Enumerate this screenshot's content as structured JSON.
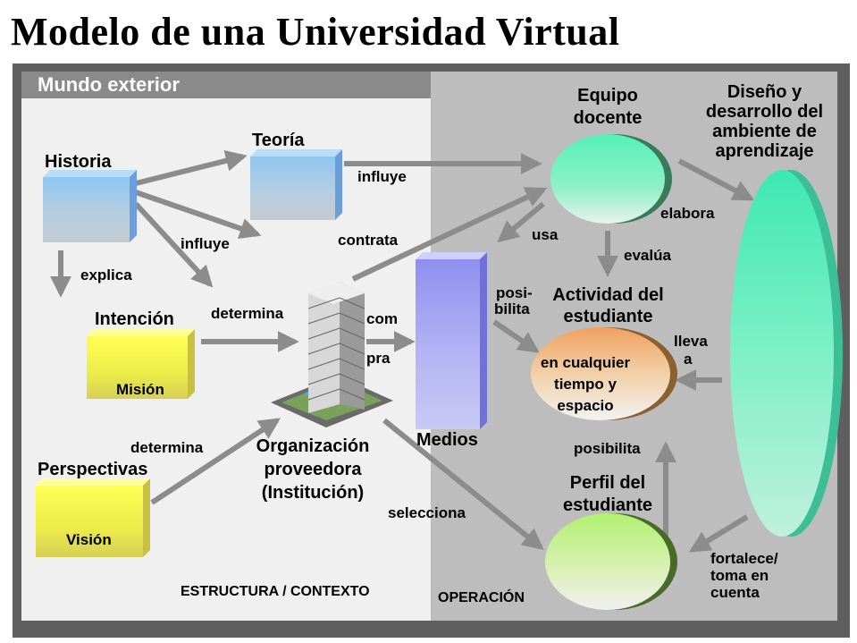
{
  "title": "Modelo de una Universidad Virtual",
  "sections": {
    "outer": "Mundo exterior",
    "structure": "ESTRUCTURA / CONTEXTO",
    "operation": "OPERACIÓN"
  },
  "nodes": {
    "historia": "Historia",
    "teoria": "Teoría",
    "intencion": "Intención",
    "mision": "Misión",
    "perspectivas": "Perspectivas",
    "vision": "Visión",
    "organizacion": "Organización proveedora (Institución)",
    "medios": "Medios",
    "equipo": "Equipo docente",
    "diseno": "Diseño y desarrollo del ambiente de aprendizaje",
    "actividad": "Actividad del estudiante",
    "actividad_inner": "en cualquier tiempo y espacio",
    "perfil": "Perfil del estudiante"
  },
  "relations": {
    "influye_top": "influye",
    "influye_left": "influye",
    "explica": "explica",
    "determina_top": "determina",
    "determina_bottom": "determina",
    "contrata": "contrata",
    "com": "com",
    "pra": "pra",
    "selecciona": "selecciona",
    "usa": "usa",
    "posi": "posi-",
    "bilita": "bilita",
    "elabora": "elabora",
    "evalua": "evalúa",
    "lleva": "lleva",
    "a": "a",
    "posibilita": "posibilita",
    "fortalece1": "fortalece/",
    "fortalece2": "toma en",
    "fortalece3": "cuenta"
  },
  "colors": {
    "frame": "#5f5f5f",
    "left_panel": "#f0f0f0",
    "right_panel": "#bdbdbd",
    "header": "#8a8a8a",
    "blue_box": "#9ac7ee",
    "yellow_box": "#f2ef4a",
    "purple_box": "#a9a9f0",
    "green_ellipse": "#4be8b8",
    "orange_ellipse": "#f0b070",
    "arrow": "#8c8c8c"
  }
}
